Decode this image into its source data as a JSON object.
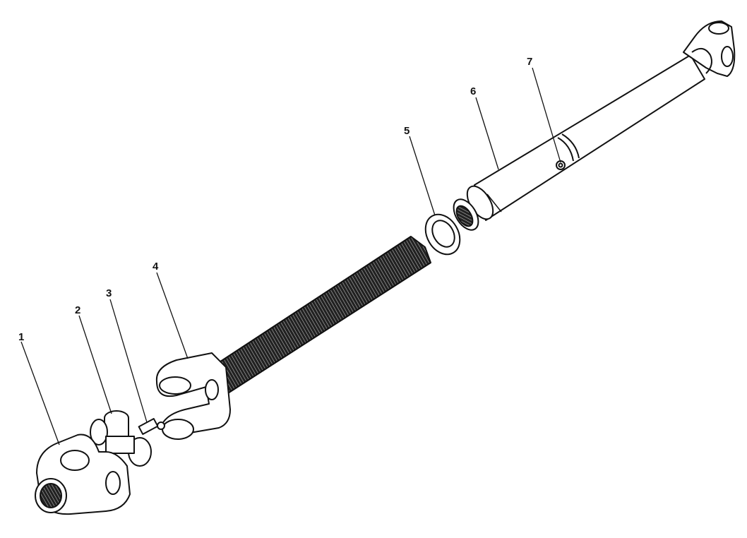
{
  "diagram": {
    "parts": [
      {
        "id": "1",
        "label": "1"
      },
      {
        "id": "2",
        "label": "2"
      },
      {
        "id": "3",
        "label": "3"
      },
      {
        "id": "4",
        "label": "4"
      },
      {
        "id": "5",
        "label": "5"
      },
      {
        "id": "6",
        "label": "6"
      },
      {
        "id": "7",
        "label": "7"
      }
    ]
  }
}
